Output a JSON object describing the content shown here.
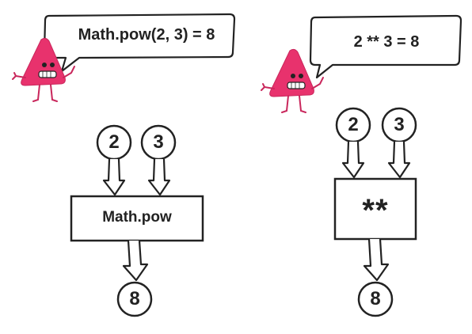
{
  "left": {
    "speech": "Math.pow(2, 3) = 8",
    "input_a": "2",
    "input_b": "3",
    "operator": "Math.pow",
    "result": "8"
  },
  "right": {
    "speech": "2 ** 3 = 8",
    "input_a": "2",
    "input_b": "3",
    "operator": "**",
    "result": "8"
  },
  "colors": {
    "mascot": "#e8326d",
    "ink": "#222222"
  }
}
